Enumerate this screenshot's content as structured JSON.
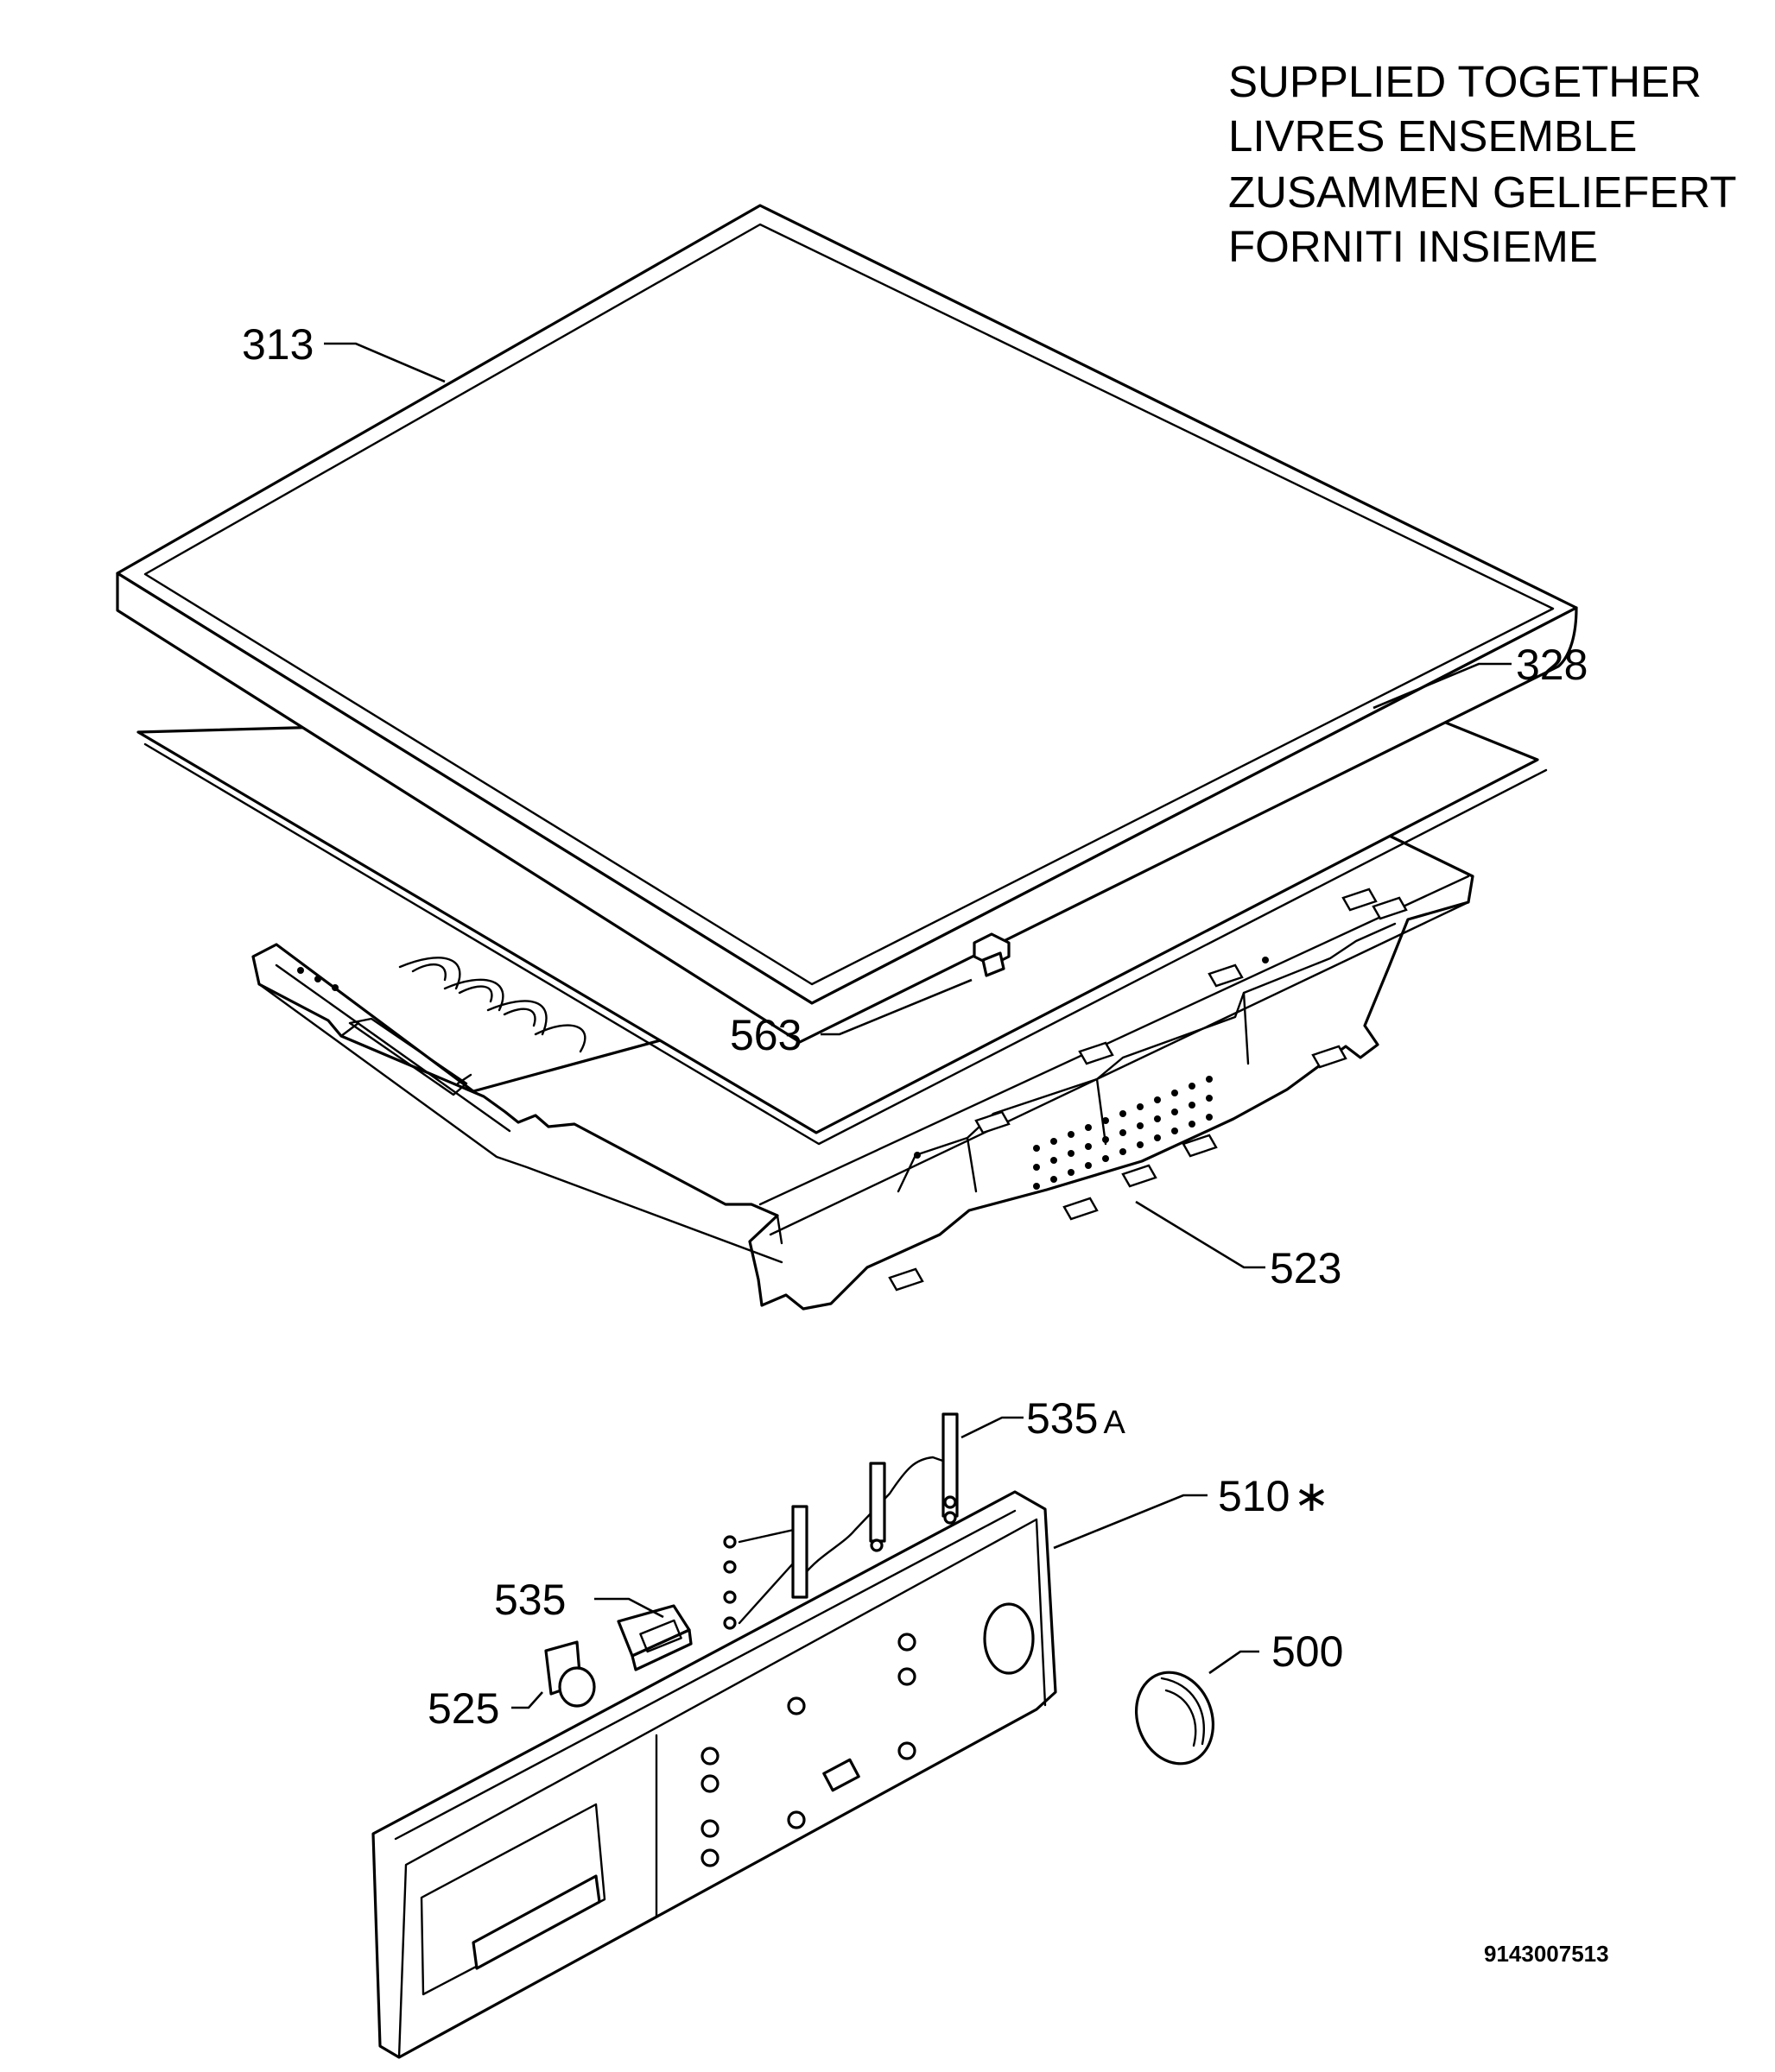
{
  "note": {
    "lines": [
      "SUPPLIED TOGETHER",
      "LIVRES ENSEMBLE",
      "ZUSAMMEN GELIEFERT",
      "FORNITI INSIEME"
    ]
  },
  "parts": [
    {
      "id": "313",
      "label": "313"
    },
    {
      "id": "328",
      "label": "328"
    },
    {
      "id": "563",
      "label": "563"
    },
    {
      "id": "523",
      "label": "523"
    },
    {
      "id": "535A",
      "label": "535",
      "suffix": "A"
    },
    {
      "id": "510",
      "label": "510",
      "suffix": "∗"
    },
    {
      "id": "535",
      "label": "535"
    },
    {
      "id": "500",
      "label": "500"
    },
    {
      "id": "525",
      "label": "525"
    }
  ],
  "document_number": "9143007513"
}
